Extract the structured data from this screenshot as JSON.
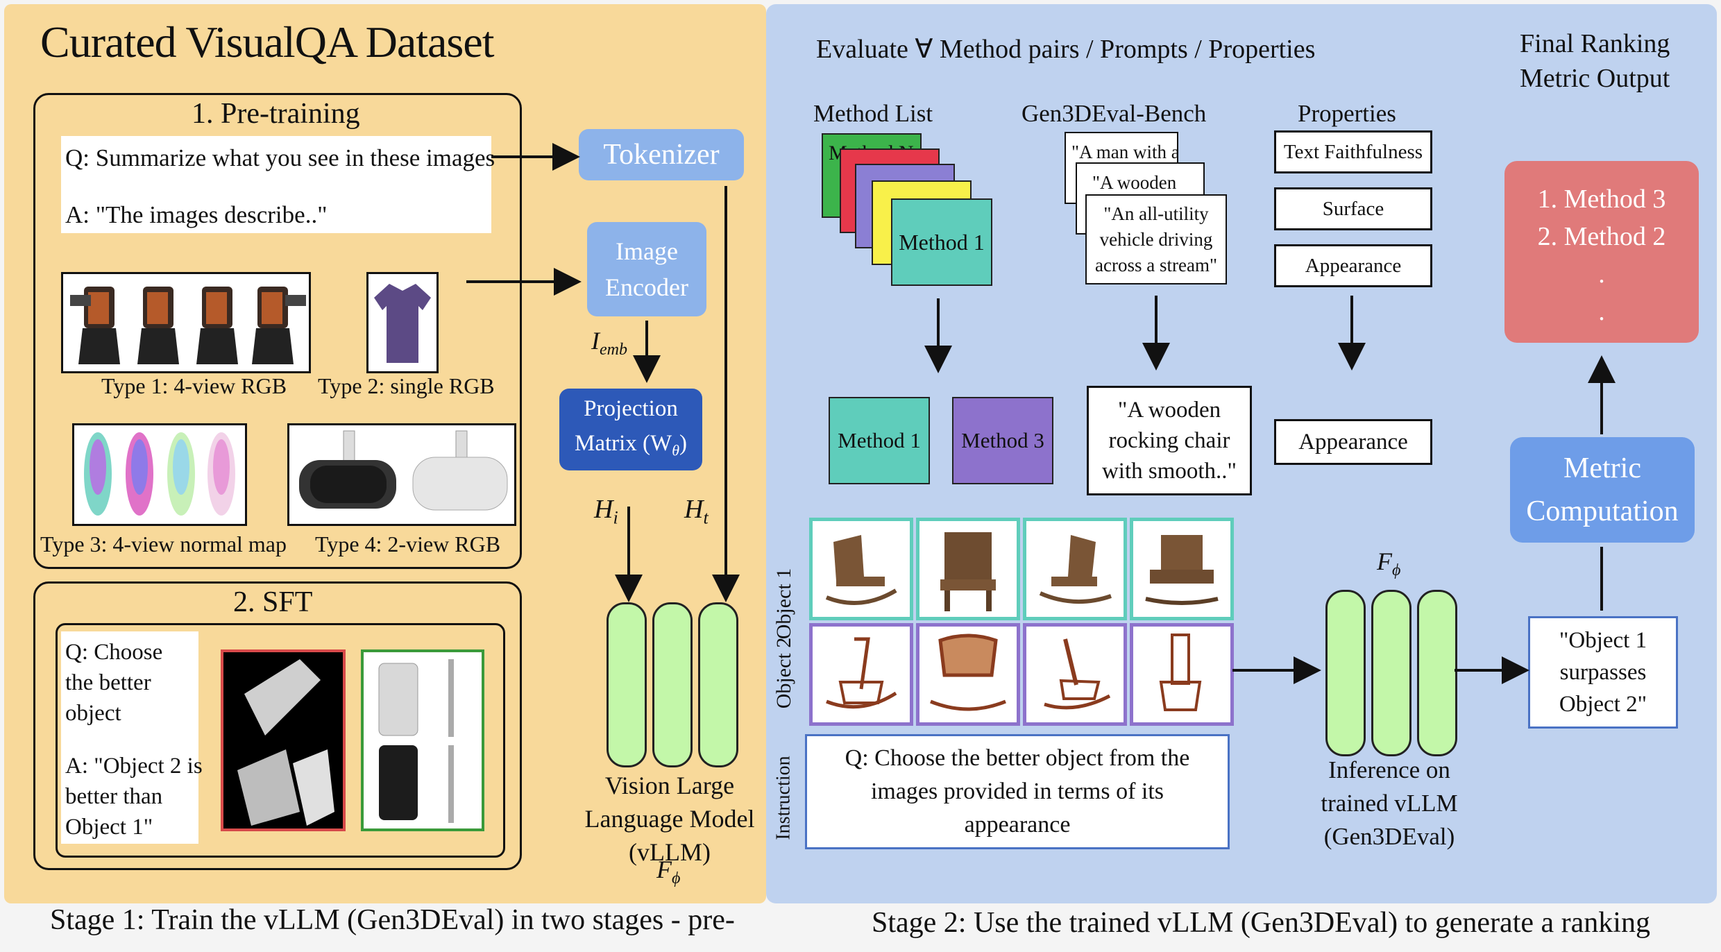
{
  "stage1": {
    "title": "Curated VisualQA Dataset",
    "pretraining": {
      "heading": "1. Pre-training",
      "question": "Q: Summarize what you see in these images",
      "answer": "A: \"The images describe..\"",
      "types": [
        "Type 1: 4-view RGB",
        "Type 2: single RGB",
        "Type 3: 4-view normal map",
        "Type 4: 2-view RGB"
      ]
    },
    "sft": {
      "heading": "2. SFT",
      "question_lines": [
        "Q: Choose",
        "the better",
        "object"
      ],
      "answer_lines": [
        "A: \"Object 2 is",
        "better than",
        "Object 1\""
      ]
    },
    "tokenizer": "Tokenizer",
    "image_encoder_lines": [
      "Image",
      "Encoder"
    ],
    "i_emb": "I",
    "i_emb_sub": "emb",
    "projection_lines": [
      "Projection",
      "Matrix (W"
    ],
    "projection_sub": "θ",
    "h_i": "H",
    "h_i_sub": "i",
    "h_t": "H",
    "h_t_sub": "t",
    "vllm_lines": [
      "Vision Large",
      "Language Model",
      "(vLLM)"
    ],
    "f_phi": "F",
    "f_phi_sub": "ϕ",
    "caption": "Stage 1: Train the vLLM (Gen3DEval) in two stages - pre-"
  },
  "stage2": {
    "header": "Evaluate ∀ Method pairs /  Prompts / Properties",
    "final_ranking_lines": [
      "Final Ranking",
      "Metric Output"
    ],
    "method_list": "Method List",
    "stack_top_label": "Method N",
    "stack_front_label": "Method 1",
    "bench": "Gen3DEval-Bench",
    "prompt_cards": [
      "\"A man with a",
      "\"A wooden",
      "\"An all-utility vehicle driving across a stream\""
    ],
    "prompt_card3_lines": [
      "\"An all-utility",
      "vehicle driving",
      "across a stream\""
    ],
    "properties": "Properties",
    "property_items": [
      "Text Faithfulness",
      "Surface",
      "Appearance"
    ],
    "selected_methods": [
      "Method 1",
      "Method 3"
    ],
    "selected_prompt_lines": [
      "\"A wooden",
      "rocking chair",
      "with smooth..\""
    ],
    "selected_property": "Appearance",
    "object_labels": [
      "Object 1",
      "Object 2",
      "Instruction"
    ],
    "instruction_lines": [
      "Q: Choose the better object from the",
      "images provided in terms of its",
      "appearance"
    ],
    "f_phi": "F",
    "f_phi_sub": "ϕ",
    "inference_lines": [
      "Inference on",
      "trained vLLM",
      "(Gen3DEval)"
    ],
    "result_lines": [
      "\"Object 1",
      "surpasses",
      "Object 2\""
    ],
    "metric_lines": [
      "Metric",
      "Computation"
    ],
    "ranking": [
      "1. Method 3",
      "2. Method 2",
      ".",
      "."
    ],
    "caption": "Stage 2: Use the trained vLLM (Gen3DEval) to generate a ranking"
  },
  "colors": {
    "left_bg": "#f8d99a",
    "right_bg": "#bfd2ef",
    "light_blue": "#8db3ea",
    "navy": "#2d59b8",
    "green": "#c3f7a9",
    "teal": "#5fcdbb",
    "purple": "#8d72cc",
    "red_box": "#e07a7a",
    "stack": [
      "#3cb44b",
      "#e6384b",
      "#8b7fd4",
      "#f8f04a",
      "#5fcdbb"
    ],
    "object1_frame": "#5fcdbb",
    "object2_frame": "#8d72cc"
  }
}
